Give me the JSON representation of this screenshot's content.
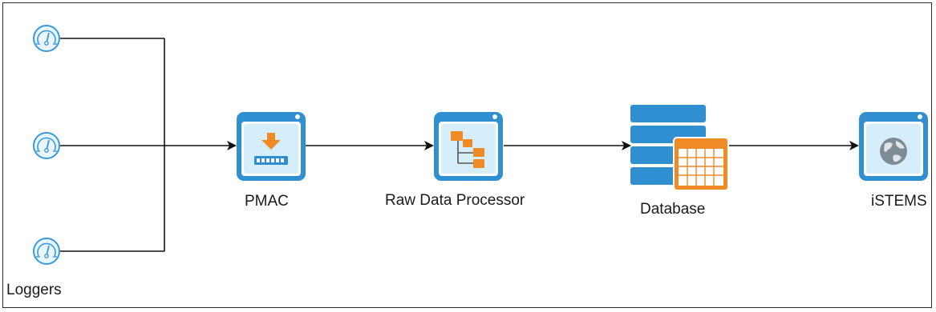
{
  "nodes": {
    "loggers": {
      "label": "Loggers",
      "icon": "gauge-icon"
    },
    "pmac": {
      "label": "PMAC",
      "icon": "download-drive-icon"
    },
    "processor": {
      "label": "Raw Data Processor",
      "icon": "hierarchy-icon"
    },
    "database": {
      "label": "Database",
      "icon": "database-table-icon"
    },
    "istems": {
      "label": "iSTEMS",
      "icon": "globe-window-icon"
    }
  },
  "colors": {
    "icon_blue": "#2f8fd0",
    "icon_light": "#d6eefc",
    "orange": "#f08a24",
    "line": "#111111"
  }
}
